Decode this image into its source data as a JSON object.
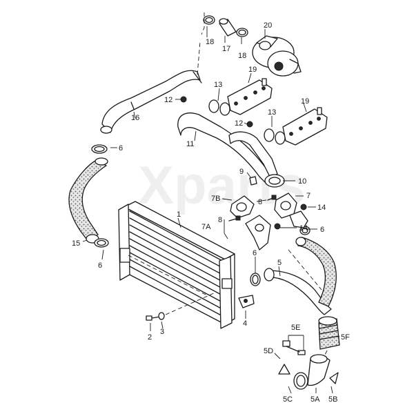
{
  "watermark": "Xparts",
  "labels": {
    "p1": "1",
    "p2": "2",
    "p3": "3",
    "p4": "4",
    "p5": "5",
    "p5A": "5A",
    "p5B": "5B",
    "p5C": "5C",
    "p5D": "5D",
    "p5E": "5E",
    "p5F": "5F",
    "p6a": "6",
    "p6b": "6",
    "p6c": "6",
    "p6d": "6",
    "p7": "7",
    "p7A": "7A",
    "p7B": "7B",
    "p8a": "8",
    "p8b": "8",
    "p9": "9",
    "p10": "10",
    "p11": "11",
    "p12a": "12",
    "p12b": "12",
    "p13a": "13",
    "p13b": "13",
    "p14a": "14",
    "p14b": "14",
    "p15": "15",
    "p16": "16",
    "p17": "17",
    "p18a": "18",
    "p18b": "18",
    "p19a": "19",
    "p19b": "19",
    "p20": "20"
  }
}
